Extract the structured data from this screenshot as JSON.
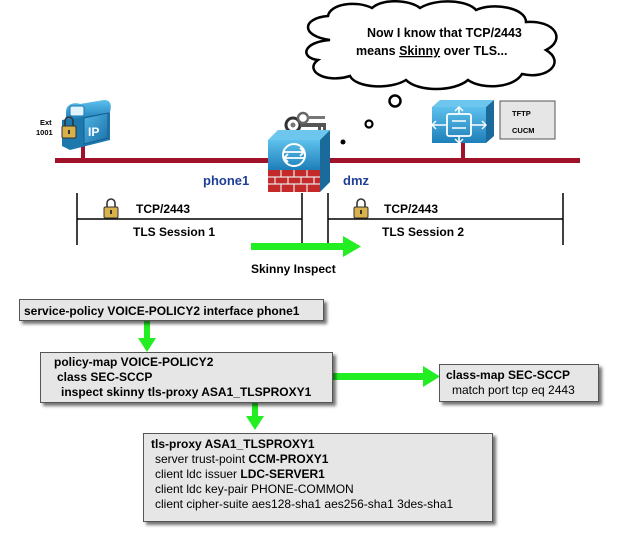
{
  "cloud": {
    "line1": "Now I know that TCP/2443",
    "line2_word": "Skinny",
    "line2_pre": "means ",
    "line2_post": " over TLS..."
  },
  "ext_label": {
    "line1": "Ext",
    "line2": "1001"
  },
  "server_labels": {
    "tftp": "TFTP",
    "cucm": "CUCM"
  },
  "interfaces": {
    "left": "phone1",
    "right": "dmz"
  },
  "sessions": [
    {
      "port": "TCP/2443",
      "name": "TLS Session 1"
    },
    {
      "port": "TCP/2443",
      "name": "TLS Session 2"
    }
  ],
  "inspect_label": "Skinny Inspect",
  "service_policy": {
    "text": "service-policy VOICE-POLICY2 interface phone1"
  },
  "policy_map": {
    "line1": "policy-map VOICE-POLICY2",
    "line2": "class SEC-SCCP",
    "line3": "inspect skinny tls-proxy ASA1_TLSPROXY1"
  },
  "class_map": {
    "line1": "class-map SEC-SCCP",
    "line2": "match port tcp eq 2443"
  },
  "tls_proxy": {
    "line1": "tls-proxy ASA1_TLSPROXY1",
    "line2_pre": "server trust-point ",
    "line2_bold": "CCM-PROXY1",
    "line3_pre": "client ldc issuer ",
    "line3_bold": "LDC-SERVER1",
    "line4": "client ldc key-pair PHONE-COMMON",
    "line5": "client cipher-suite aes128-sha1 aes256-sha1 3des-sha1"
  },
  "colors": {
    "network_line": "#a0122a",
    "interface_label": "#1f3f99",
    "arrow_green": "#22ee22",
    "box_fill": "#e6e6e6",
    "device_blue": "#2f95c8"
  }
}
